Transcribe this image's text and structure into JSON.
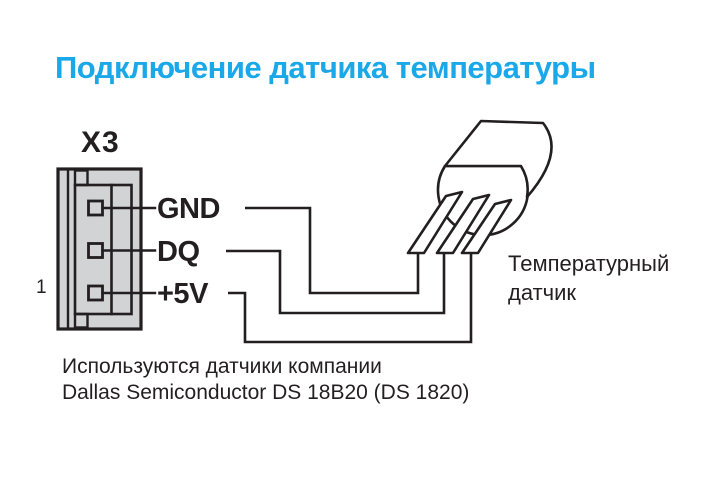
{
  "title": "Подключение датчика температуры",
  "connector": {
    "designator": "X3",
    "pin_number_label": "1",
    "pins": [
      {
        "label": "GND"
      },
      {
        "label": "DQ"
      },
      {
        "label": "+5V"
      }
    ]
  },
  "sensor": {
    "label": "Температурный датчик"
  },
  "caption": {
    "line1": "Используются датчики компании",
    "line2": "Dallas Semiconductor DS 18B20 (DS 1820)"
  },
  "colors": {
    "accent_blue": "#1BA8E9",
    "ink": "#231F20",
    "connector_fill": "#D1D3D4",
    "sensor_fill": "#FFFFFF"
  }
}
